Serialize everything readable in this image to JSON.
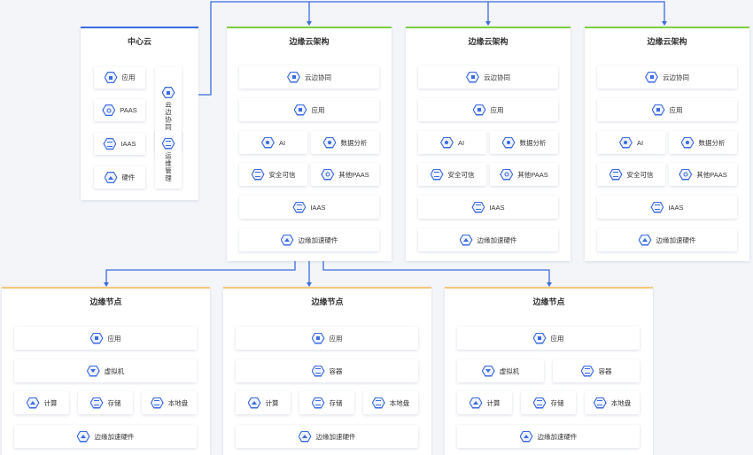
{
  "colors": {
    "accent": "#3d6be0",
    "cloud_top": "#3d6be0",
    "edge_top": "#7ccf3f",
    "node_top": "#f5c77a"
  },
  "central_cloud": {
    "title": "中心云",
    "items": [
      {
        "label": "应用",
        "icon": "app-icon"
      },
      {
        "label": "PAAS",
        "icon": "paas-icon"
      },
      {
        "label": "IAAS",
        "icon": "iaas-icon"
      },
      {
        "label": "硬件",
        "icon": "hardware-icon"
      },
      {
        "label": "云边协同",
        "icon": "cloud-edge-sync-icon"
      },
      {
        "label": "运维管理",
        "icon": "ops-management-icon"
      }
    ]
  },
  "edge_clouds": [
    {
      "title": "边缘云架构",
      "items": [
        "云边协同",
        "应用",
        "AI",
        "数据分析",
        "安全可信",
        "其他PAAS",
        "IAAS",
        "边缘加速硬件"
      ]
    },
    {
      "title": "边缘云架构",
      "items": [
        "云边协同",
        "应用",
        "AI",
        "数据分析",
        "安全可信",
        "其他PAAS",
        "IAAS",
        "边缘加速硬件"
      ]
    },
    {
      "title": "边缘云架构",
      "items": [
        "云边协同",
        "应用",
        "AI",
        "数据分析",
        "安全可信",
        "其他PAAS",
        "IAAS",
        "边缘加速硬件"
      ]
    }
  ],
  "edge_nodes": [
    {
      "title": "边缘节点",
      "items": [
        "应用",
        "虚拟机",
        "计算",
        "存储",
        "本地盘",
        "边缘加速硬件"
      ]
    },
    {
      "title": "边缘节点",
      "items": [
        "应用",
        "容器",
        "计算",
        "存储",
        "本地盘",
        "边缘加速硬件"
      ]
    },
    {
      "title": "边缘节点",
      "items": [
        "应用",
        "虚拟机",
        "容器",
        "计算",
        "存储",
        "本地盘",
        "边缘加速硬件"
      ]
    }
  ]
}
